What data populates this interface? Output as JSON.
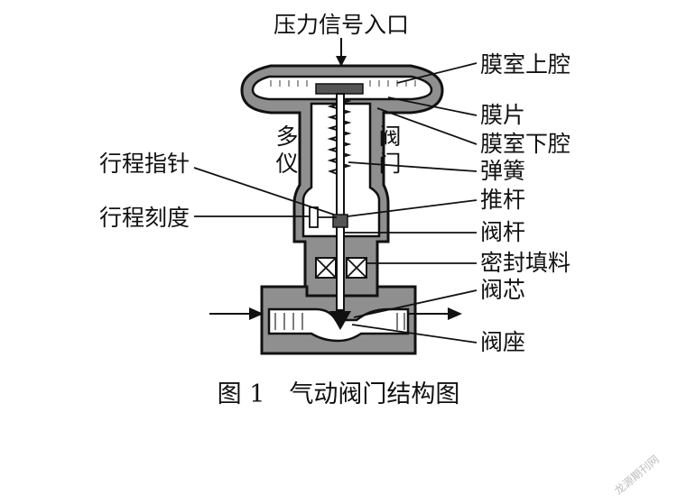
{
  "labels": {
    "inlet": "压力信号入口",
    "upper_chamber": "膜室上腔",
    "diaphragm": "膜片",
    "lower_chamber": "膜室下腔",
    "spring": "弹簧",
    "pushrod": "推杆",
    "valve_stem": "阀杆",
    "packing": "密封填料",
    "valve_core": "阀芯",
    "valve_seat": "阀座",
    "stroke_pointer": "行程指针",
    "stroke_scale": "行程刻度",
    "left_text_1": "多",
    "left_text_2": "仪",
    "right_text_1": "阀",
    "right_text_2": "门"
  },
  "caption": "图 1　气动阀门结构图",
  "watermark": "龙源期刊网",
  "colors": {
    "body": "#8f8f8f",
    "line": "#111111"
  }
}
